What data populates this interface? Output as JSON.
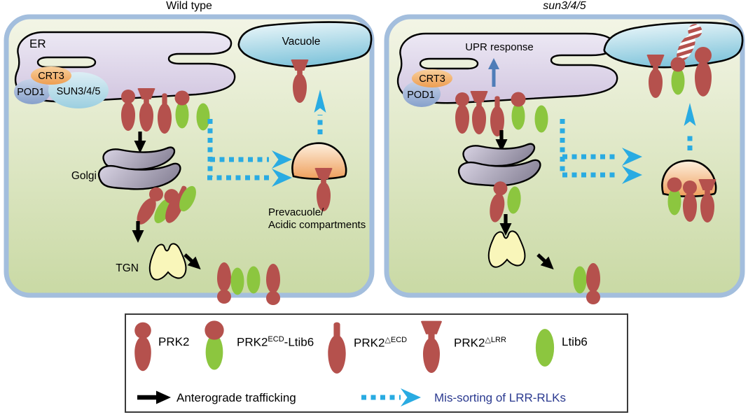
{
  "figure": {
    "panel_titles": {
      "left": "Wild type",
      "right": "sun3/4/5"
    },
    "panels": {
      "left": {
        "er": "ER",
        "crt3": "CRT3",
        "pod1": "POD1",
        "sun345": "SUN3/4/5",
        "golgi": "Golgi",
        "tgn": "TGN",
        "vacuole": "Vacuole",
        "prevacuole_line1": "Prevacuole/",
        "prevacuole_line2": "Acidic compartments"
      },
      "right": {
        "upr": "UPR response",
        "crt3": "CRT3",
        "pod1": "POD1"
      }
    },
    "legend": {
      "proteins": [
        {
          "base": "PRK2",
          "sup": "",
          "suffix": ""
        },
        {
          "base": "PRK2",
          "sup": "ECD",
          "suffix": "-Ltib6"
        },
        {
          "base": "PRK2",
          "sup": "△ECD",
          "suffix": ""
        },
        {
          "base": "PRK2",
          "sup": "△LRR",
          "suffix": ""
        },
        {
          "base": "Ltib6",
          "sup": "",
          "suffix": ""
        }
      ],
      "arrows": {
        "anterograde": "Anterograde trafficking",
        "missorting": "Mis-sorting of LRR-RLKs"
      }
    },
    "colors": {
      "prk2_red": "#b5514d",
      "ltib6_green": "#8cc63f",
      "missorting_blue": "#29abe2",
      "upr_arrow_blue": "#4f7db8",
      "cell_border": "#a3bedd",
      "missorting_text": "#2b3a90"
    }
  }
}
